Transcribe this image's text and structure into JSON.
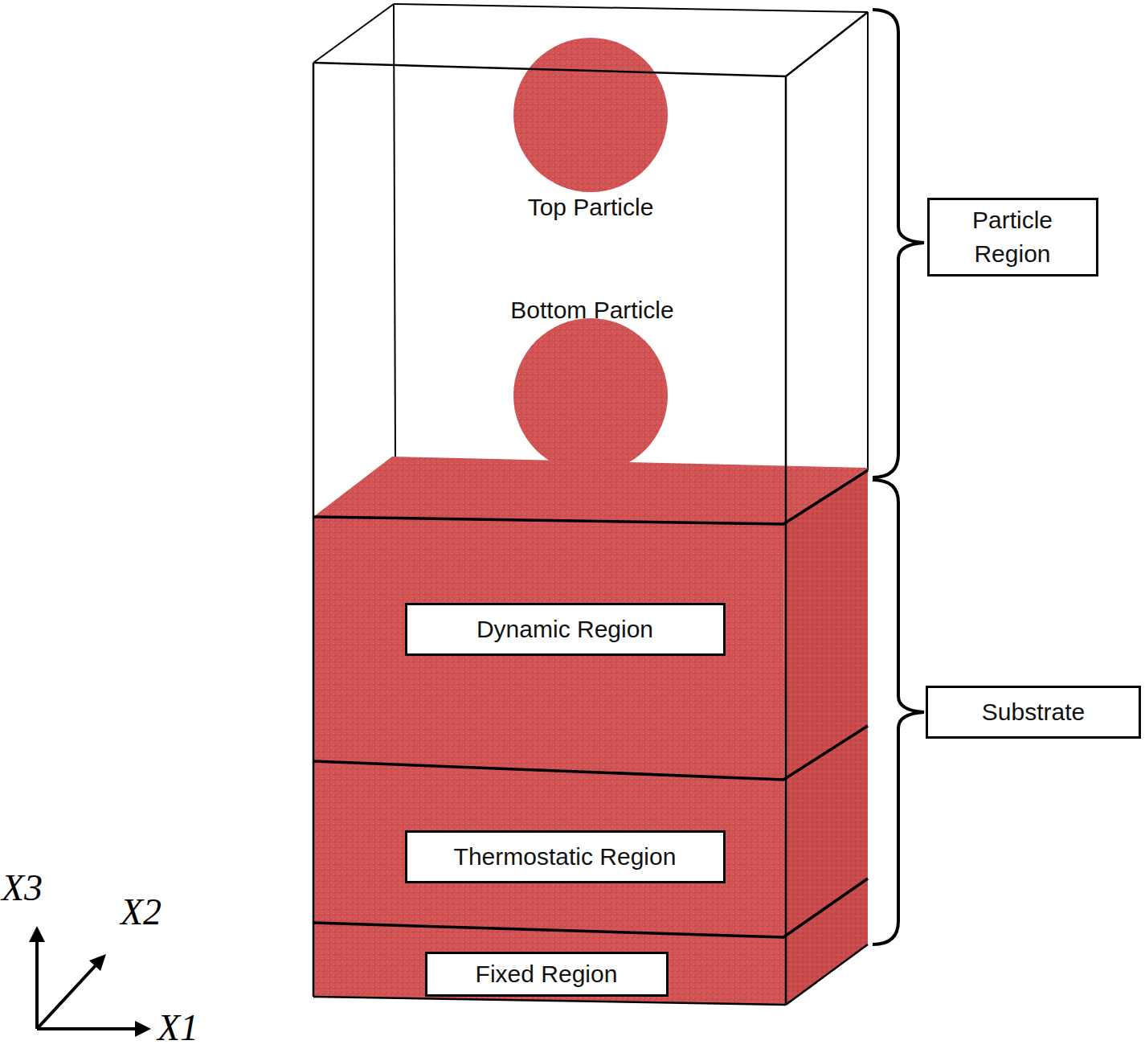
{
  "diagram": {
    "nodes": [
      {
        "text": [
          "Top Particle"
        ]
      },
      {
        "text": [
          "Particle Region"
        ]
      },
      {
        "text": [
          "Bottom Particle"
        ]
      },
      {
        "text": [
          "Dynamic Region"
        ]
      },
      {
        "text": [
          "Substrate"
        ]
      },
      {
        "text": [
          "Thermostatic Region"
        ]
      },
      {
        "text": [
          "Fixed Region"
        ]
      }
    ],
    "labels": [
      "X3",
      "X2",
      "X1"
    ]
  }
}
